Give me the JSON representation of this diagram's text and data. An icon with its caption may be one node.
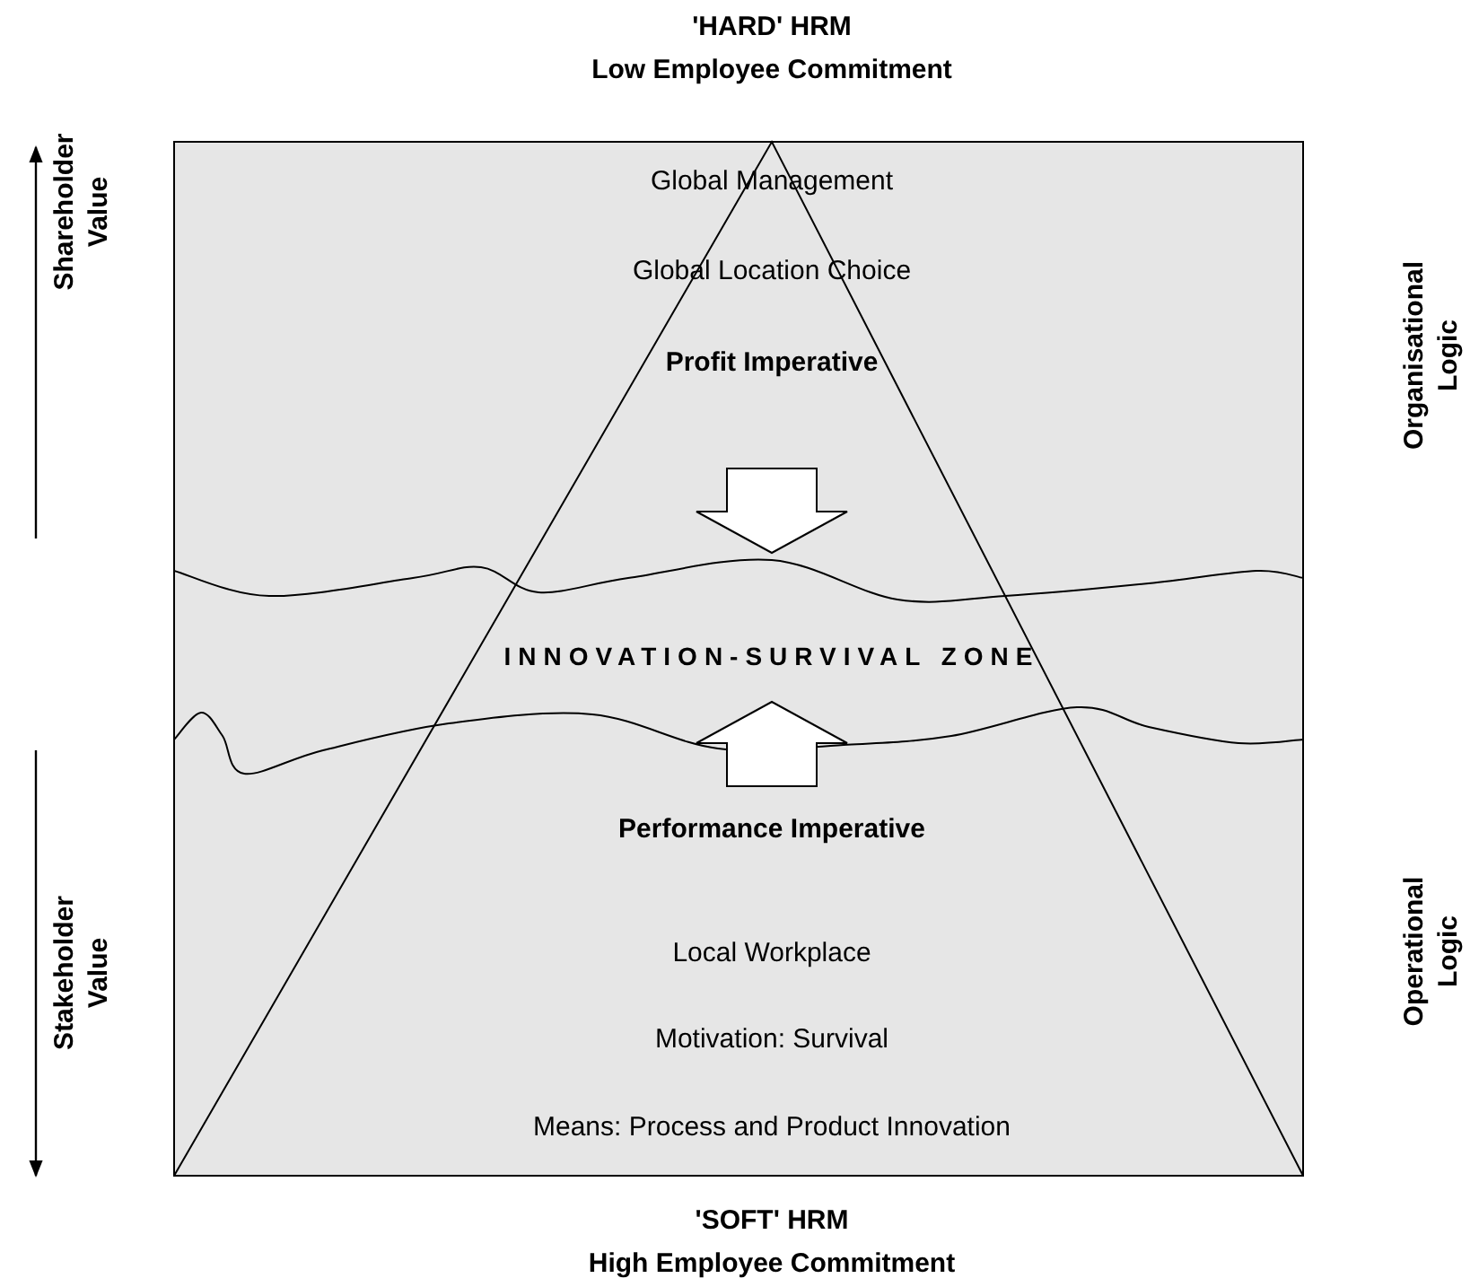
{
  "diagram": {
    "labels": [
      "'HARD' HRM",
      "Low Employee Commitment",
      "Shareholder Value",
      "Global Management",
      "Global Location Choice",
      "Profit Imperative",
      "Organisational Logic",
      "INNOVATION-SURVIVAL ZONE",
      "Performance Imperative",
      "Stakeholder Value",
      "Local Workplace",
      "Operational Logic",
      "Motivation: Survival",
      "Means: Process and Product Innovation",
      "'SOFT' HRM",
      "High Employee Commitment"
    ]
  }
}
